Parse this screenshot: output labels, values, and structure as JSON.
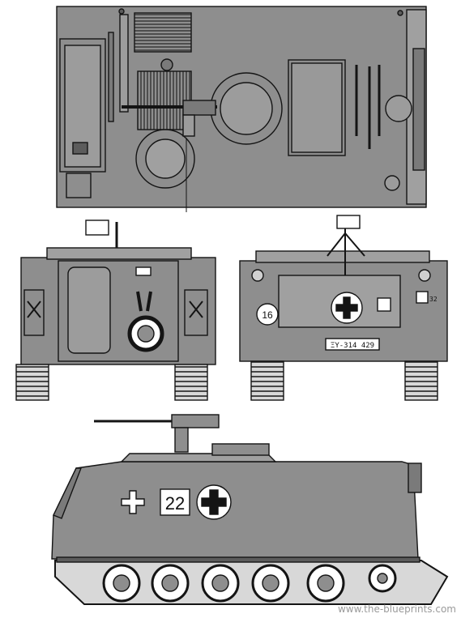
{
  "markings": {
    "side_number": "22",
    "rear_number": "16",
    "plate": "ΞΥ-314 429",
    "rear_small": "32"
  },
  "watermark": "www.the-blueprints.com",
  "colors": {
    "hull": "#8e8e8e",
    "hull_light": "#a6a6a6",
    "hull_dark": "#5c5c5c",
    "line": "#141414",
    "white": "#ffffff"
  }
}
